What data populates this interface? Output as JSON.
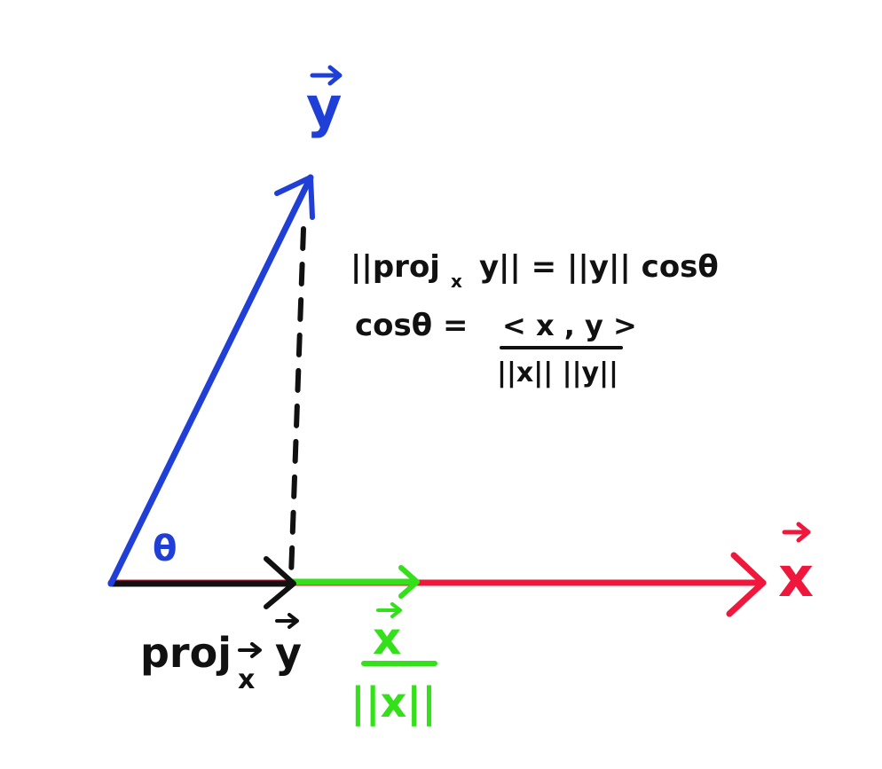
{
  "colors": {
    "y_vector": "#1f3fd6",
    "x_vector": "#f0173c",
    "projection": "#111111",
    "unit_vector": "#33e01a",
    "text": "#111111"
  },
  "labels": {
    "y_vec": "y",
    "x_vec": "x",
    "theta": "θ",
    "proj_word": "proj",
    "proj_sub": "x",
    "proj_y": "y",
    "unit_num": "x",
    "unit_den": "||x||"
  },
  "formula": {
    "line1_left": "||proj",
    "line1_sub": "x",
    "line1_y": "y",
    "line1_right": "|| = ||y|| cosθ",
    "line2_left": "cosθ =",
    "line2_num": "< x , y >",
    "line2_den": "||x|| ||y||"
  }
}
